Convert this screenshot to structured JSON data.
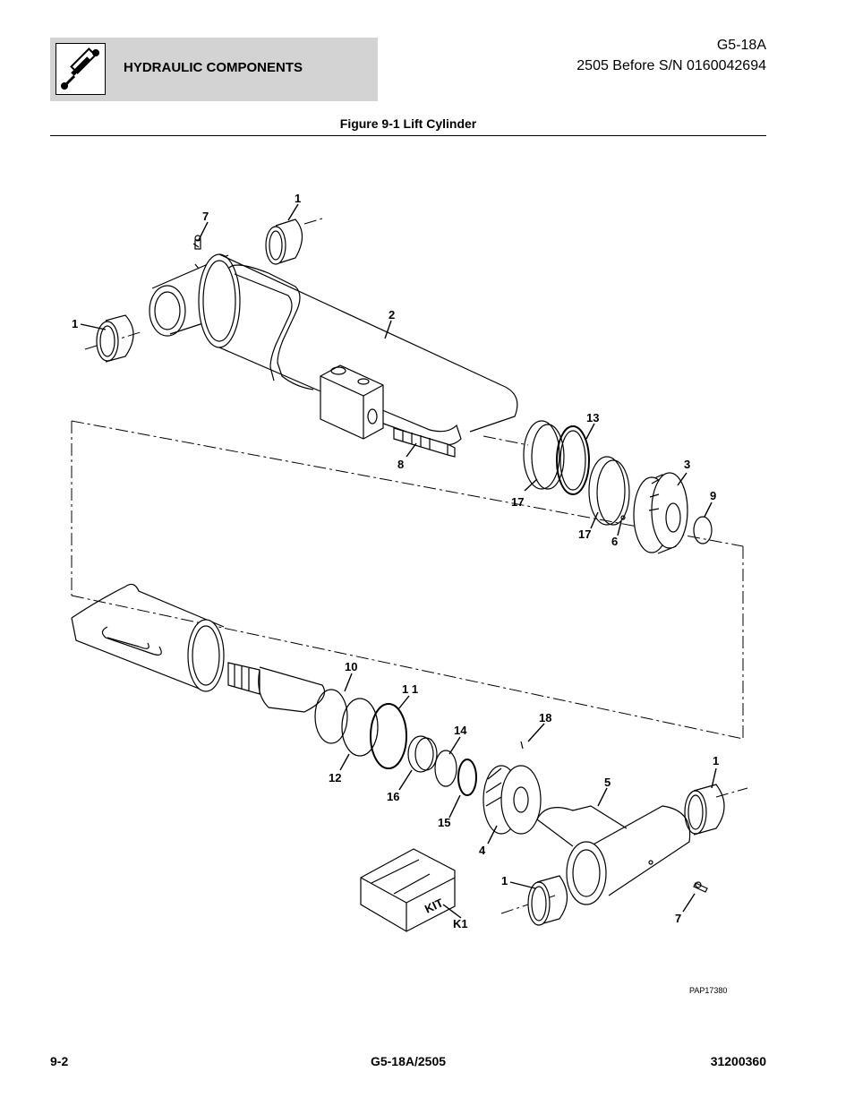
{
  "header": {
    "section_title": "HYDRAULIC COMPONENTS",
    "model": "G5-18A",
    "serial_range": "2505 Before S/N 0160042694",
    "icon": "hydraulic-cylinder-icon"
  },
  "figure": {
    "title": "Figure 9-1 Lift Cylinder",
    "image_id": "PAP17380",
    "kit_label": "KIT",
    "callouts": {
      "c1a": "1",
      "c1b": "1",
      "c1c": "1",
      "c1d": "1",
      "c2": "2",
      "c3": "3",
      "c4": "4",
      "c5": "5",
      "c6": "6",
      "c7a": "7",
      "c7b": "7",
      "c8": "8",
      "c9": "9",
      "c10": "10",
      "c11": "1 1",
      "c12": "12",
      "c13": "13",
      "c14": "14",
      "c15": "15",
      "c16": "16",
      "c17a": "17",
      "c17b": "17",
      "c18": "18",
      "k1": "K1"
    }
  },
  "footer": {
    "page": "9-2",
    "model": "G5-18A/2505",
    "doc_number": "31200360"
  }
}
